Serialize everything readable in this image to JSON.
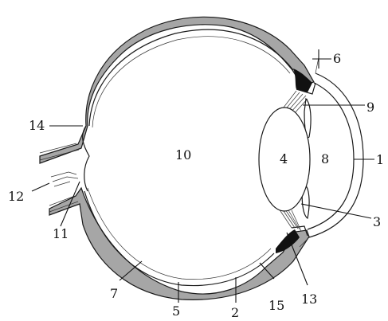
{
  "colors": {
    "sclera": "#a6a6a6",
    "outline": "#1a1a1a",
    "iris": "#111111",
    "background": "#ffffff"
  },
  "labels": [
    {
      "id": "1",
      "text": "1"
    },
    {
      "id": "2",
      "text": "2"
    },
    {
      "id": "3",
      "text": "3"
    },
    {
      "id": "4",
      "text": "4"
    },
    {
      "id": "5",
      "text": "5"
    },
    {
      "id": "6",
      "text": "6"
    },
    {
      "id": "7",
      "text": "7"
    },
    {
      "id": "8",
      "text": "8"
    },
    {
      "id": "9",
      "text": "9"
    },
    {
      "id": "10",
      "text": "10"
    },
    {
      "id": "11",
      "text": "11"
    },
    {
      "id": "12",
      "text": "12"
    },
    {
      "id": "13",
      "text": "13"
    },
    {
      "id": "14",
      "text": "14"
    },
    {
      "id": "15",
      "text": "15"
    }
  ]
}
